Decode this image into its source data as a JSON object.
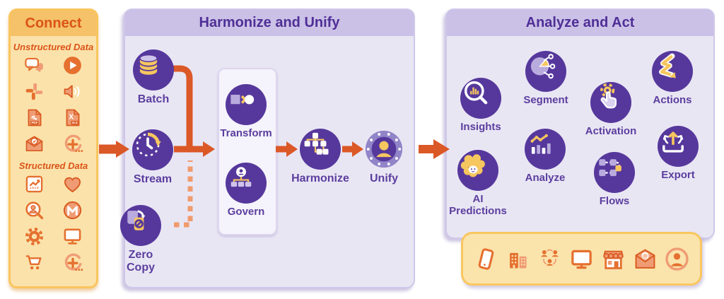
{
  "colors": {
    "arrow_orange": "#DB5827",
    "dashed_orange": "#F09B6E",
    "panel_yellow": "#FBE2AB",
    "panel_yellow_header": "#F5C169",
    "panel_yellow_border": "#FAC55E",
    "panel_lavender": "#E9E6F4",
    "panel_lavender_header": "#CBC1E7",
    "node_purple": "#56389C",
    "text_purple": "#5B3E9E",
    "header_purple": "#4F2F96",
    "text_orange": "#DB5417",
    "icon_orange": "#E5702F",
    "icon_salmon": "#EF9C74",
    "icon_deep_orange": "#D95B21",
    "accent_yellow": "#F6C65F",
    "light_lavender": "#CFC3EA",
    "mid_lavender": "#B9ABDE"
  },
  "connect": {
    "title": "Connect",
    "sections": [
      {
        "label": "Unstructured Data",
        "icons": [
          "chat",
          "play",
          "slack",
          "audio",
          "pdf-file",
          "xls-file",
          "email-shield",
          "connector-more"
        ]
      },
      {
        "label": "Structured Data",
        "icons": [
          "chart-box",
          "heart",
          "person-search",
          "mulesoft",
          "gear",
          "monitor",
          "cart",
          "connector-more"
        ]
      }
    ]
  },
  "harmonize_unify": {
    "title": "Harmonize and Unify",
    "nodes": [
      {
        "id": "batch",
        "label": "Batch",
        "icon": "batch"
      },
      {
        "id": "stream",
        "label": "Stream",
        "icon": "stream"
      },
      {
        "id": "zero-copy",
        "label": "Zero Copy",
        "icon": "zero-copy"
      },
      {
        "id": "transform",
        "label": "Transform",
        "icon": "transform"
      },
      {
        "id": "govern",
        "label": "Govern",
        "icon": "govern"
      },
      {
        "id": "harmonize",
        "label": "Harmonize",
        "icon": "harmonize"
      },
      {
        "id": "unify",
        "label": "Unify",
        "icon": "unify"
      }
    ]
  },
  "analyze_act": {
    "title": "Analyze and Act",
    "nodes": [
      {
        "id": "insights",
        "label": "Insights",
        "icon": "insights"
      },
      {
        "id": "segment",
        "label": "Segment",
        "icon": "segment"
      },
      {
        "id": "activation",
        "label": "Activation",
        "icon": "activation"
      },
      {
        "id": "actions",
        "label": "Actions",
        "icon": "actions"
      },
      {
        "id": "ai-predictions",
        "label": "AI Predictions",
        "icon": "ai-predictions"
      },
      {
        "id": "analyze",
        "label": "Analyze",
        "icon": "analyze"
      },
      {
        "id": "flows",
        "label": "Flows",
        "icon": "flows"
      },
      {
        "id": "export",
        "label": "Export",
        "icon": "export"
      }
    ]
  },
  "channels": {
    "icons": [
      "phone",
      "buildings",
      "people-network",
      "monitor-channel",
      "store",
      "email-at",
      "customer-avatar"
    ]
  }
}
